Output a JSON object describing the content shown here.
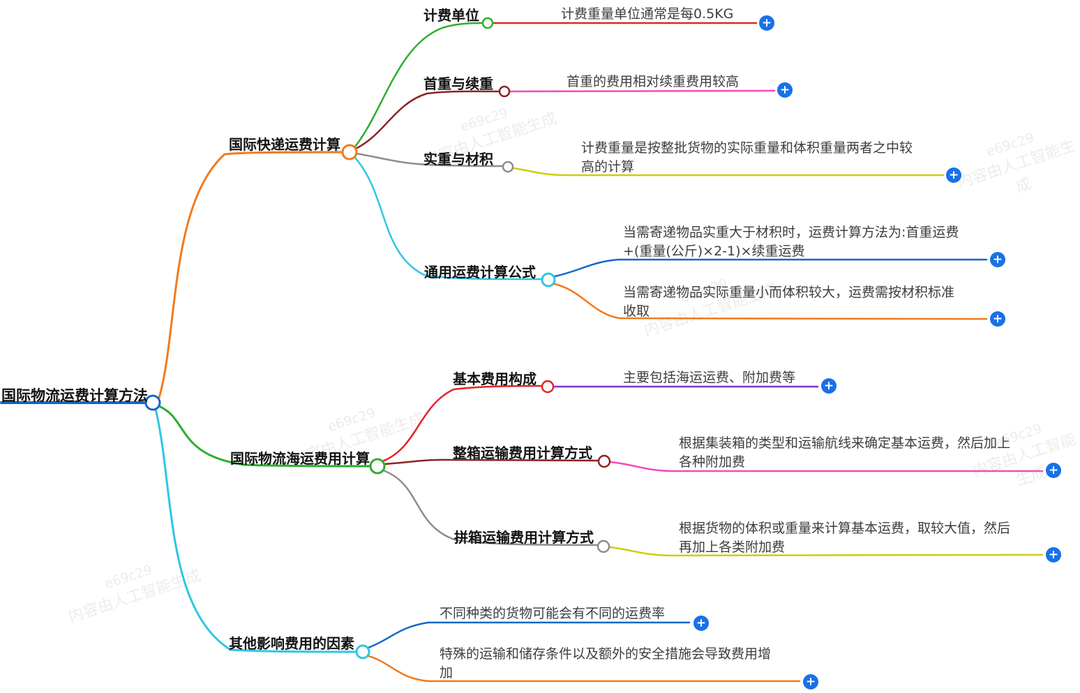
{
  "root": {
    "label": "国际物流运费计算方法"
  },
  "branches": [
    {
      "label": "国际快递运费计算",
      "children": [
        {
          "label": "计费单位",
          "leaves": [
            {
              "text": "计费重量单位通常是每0.5KG"
            }
          ]
        },
        {
          "label": "首重与续重",
          "leaves": [
            {
              "text": "首重的费用相对续重费用较高"
            }
          ]
        },
        {
          "label": "实重与材积",
          "leaves": [
            {
              "text": "计费重量是按整批货物的实际重量和体积重量两者之中较高的计算"
            }
          ]
        },
        {
          "label": "通用运费计算公式",
          "leaves": [
            {
              "text": "当需寄递物品实重大于材积时，运费计算方法为:首重运费+(重量(公斤)×2-1)×续重运费"
            },
            {
              "text": "当需寄递物品实际重量小而体积较大，运费需按材积标准收取"
            }
          ]
        }
      ]
    },
    {
      "label": "国际物流海运费用计算",
      "children": [
        {
          "label": "基本费用构成",
          "leaves": [
            {
              "text": "主要包括海运运费、附加费等"
            }
          ]
        },
        {
          "label": "整箱运输费用计算方式",
          "leaves": [
            {
              "text": "根据集装箱的类型和运输航线来确定基本运费，然后加上各种附加费"
            }
          ]
        },
        {
          "label": "拼箱运输费用计算方式",
          "leaves": [
            {
              "text": "根据货物的体积或重量来计算基本运费，取较大值，然后再加上各类附加费"
            }
          ]
        }
      ]
    },
    {
      "label": "其他影响费用的因素",
      "leaves": [
        {
          "text": "不同种类的货物可能会有不同的运费率"
        },
        {
          "text": "特殊的运输和储存条件以及额外的安全措施会导致费用增加"
        }
      ]
    }
  ],
  "add_button": {
    "symbol": "+"
  },
  "watermark": {
    "code": "e69c29",
    "text": "内容由人工智能生成"
  },
  "colors": {
    "root_line": "#1667c8",
    "express_branch": "#f27a1d",
    "sea_branch": "#2cae2c",
    "other_branch": "#2fc6e4",
    "add_button": "#1971e8"
  }
}
